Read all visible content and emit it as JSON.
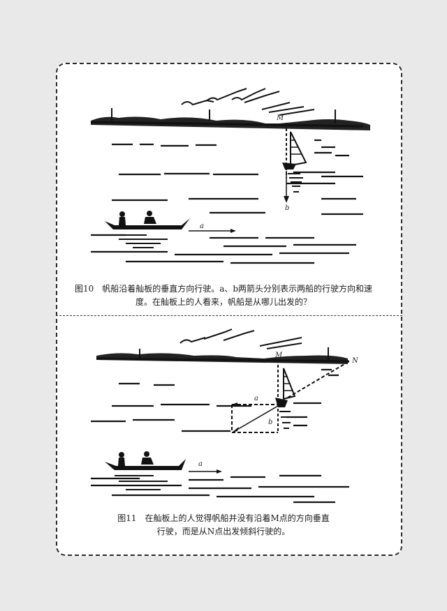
{
  "page": {
    "background": "#e9e9e9",
    "card_background": "#ffffff"
  },
  "figure10": {
    "labels": {
      "M": "M",
      "a": "a",
      "b": "b"
    },
    "caption": {
      "number": "图10",
      "line1": "帆船沿着舢板的垂直方向行驶。a、b两箭头分别表示两船的行驶方向和速",
      "line2": "度。在舢板上的人看来，帆船是从哪儿出发的？"
    }
  },
  "figure11": {
    "labels": {
      "M": "M",
      "N": "N",
      "a": "a",
      "b": "b",
      "a2": "a"
    },
    "caption": {
      "number": "图11",
      "line1": "在舢板上的人觉得帆船并没有沿着M点的方向垂直",
      "line2": "行驶，而是从N点出发倾斜行驶的。"
    }
  }
}
